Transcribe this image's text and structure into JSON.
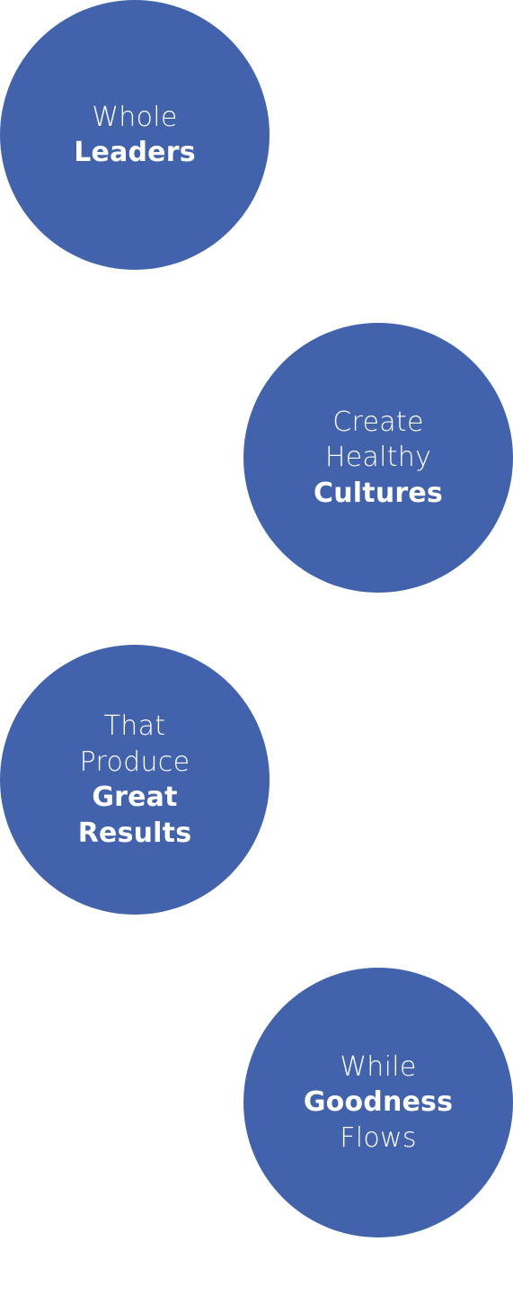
{
  "circle_color": "#4263AB",
  "text_color": "#FFFFFF",
  "circles": [
    {
      "lines": [
        {
          "text": "Whole",
          "weight": "light"
        },
        {
          "text": "Leaders",
          "weight": "bold"
        }
      ]
    },
    {
      "lines": [
        {
          "text": "Create",
          "weight": "light"
        },
        {
          "text": "Healthy",
          "weight": "light"
        },
        {
          "text": "Cultures",
          "weight": "bold"
        }
      ]
    },
    {
      "lines": [
        {
          "text": "That",
          "weight": "light"
        },
        {
          "text": "Produce",
          "weight": "light"
        },
        {
          "text": "Great",
          "weight": "bold"
        },
        {
          "text": "Results",
          "weight": "bold"
        }
      ]
    },
    {
      "lines": [
        {
          "text": "While",
          "weight": "light"
        },
        {
          "text": "Goodness",
          "weight": "bold"
        },
        {
          "text": "Flows",
          "weight": "light"
        }
      ]
    }
  ]
}
